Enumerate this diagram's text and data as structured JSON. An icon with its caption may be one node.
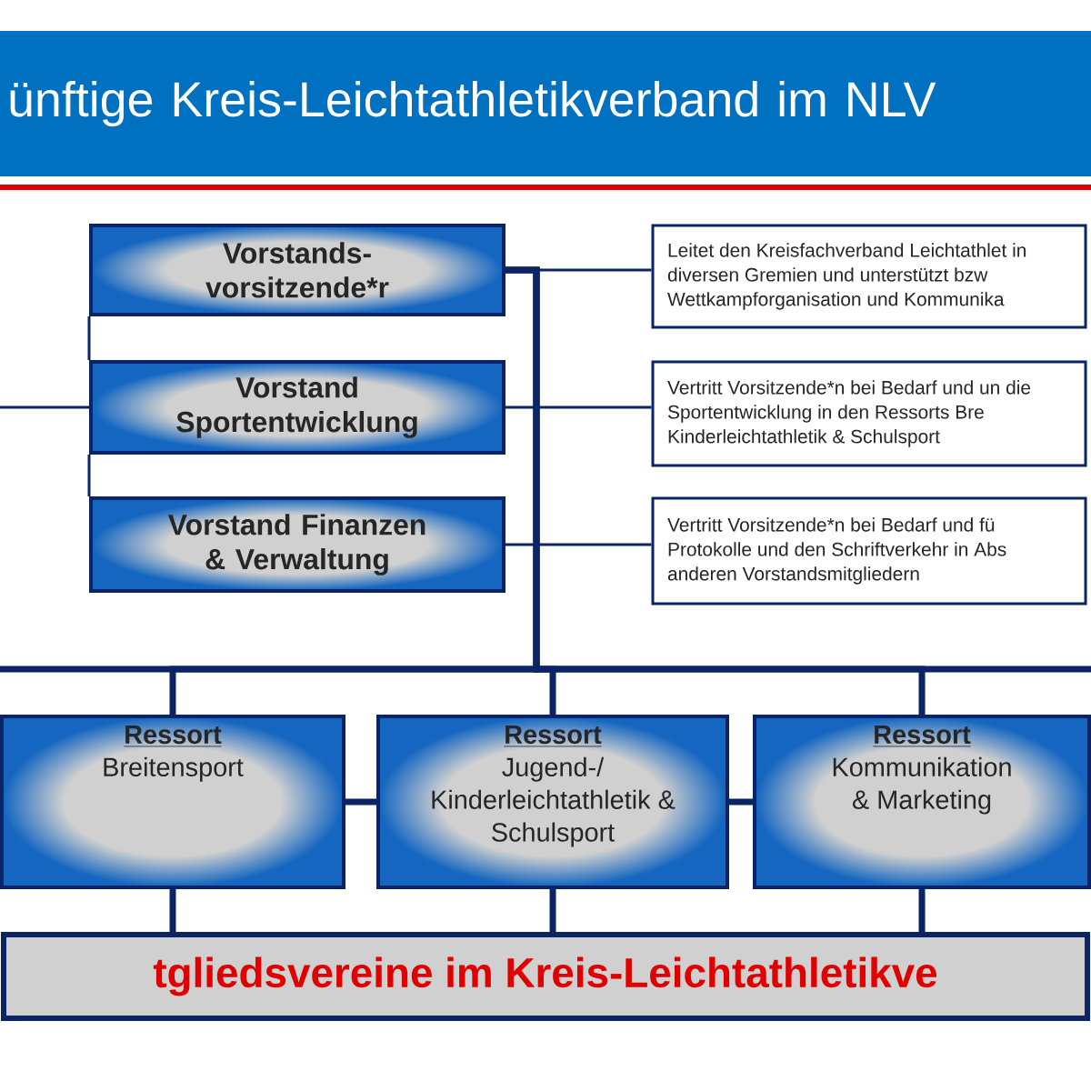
{
  "diagram": {
    "title": "ünftige Kreis-Leichtathletikverband im NLV",
    "nodes": [
      {
        "text": [
          "Vorstands- vorsitzende*r"
        ]
      },
      {
        "text": [
          "Leitet den Kreisfachverband Leichtathlet in diversen Gremien und unterstützt bzw Wettkampforganisation und Kommunika"
        ]
      },
      {
        "text": [
          "Vorstand Sportentwicklung"
        ]
      },
      {
        "text": [
          "Vertritt Vorsitzende*n bei Bedarf und un die Sportentwicklung in den Ressorts Bre Kinderleichtathletik & Schulsport"
        ]
      },
      {
        "text": [
          "Vorstand Finanzen & Verwaltung"
        ]
      },
      {
        "text": [
          "Vertritt Vorsitzende*n bei Bedarf und fü Protokolle und den Schriftverkehr in Abs anderen Vorstandsmitgliedern"
        ]
      },
      {
        "text": [
          "Ressort",
          "Breitensport"
        ]
      },
      {
        "text": [
          "Ressort",
          "Jugend-/ Kinderleichtathletik & Schulsport"
        ]
      },
      {
        "text": [
          "Ressort",
          "Kommunikation & Marketing"
        ]
      },
      {
        "text": [
          "tgliedsvereine im Kreis-Leichtathletikve"
        ]
      }
    ],
    "edges": [
      {
        "from": 0,
        "to": 1,
        "arrow": "none"
      },
      {
        "from": 2,
        "to": 3,
        "arrow": "none"
      },
      {
        "from": 4,
        "to": 5,
        "arrow": "none"
      },
      {
        "from": 0,
        "to": 2,
        "arrow": "none"
      },
      {
        "from": 2,
        "to": 4,
        "arrow": "none"
      },
      {
        "from": null,
        "to": 2,
        "arrow": "none"
      },
      {
        "from": 0,
        "to": 6,
        "arrow": "none"
      },
      {
        "from": 0,
        "to": 7,
        "arrow": "none"
      },
      {
        "from": 0,
        "to": 8,
        "arrow": "none"
      },
      {
        "from": 6,
        "to": 7,
        "arrow": "none"
      },
      {
        "from": 7,
        "to": 8,
        "arrow": "none"
      },
      {
        "from": 6,
        "to": 9,
        "arrow": "none"
      },
      {
        "from": 7,
        "to": 9,
        "arrow": "none"
      },
      {
        "from": 8,
        "to": 9,
        "arrow": "none"
      }
    ]
  }
}
